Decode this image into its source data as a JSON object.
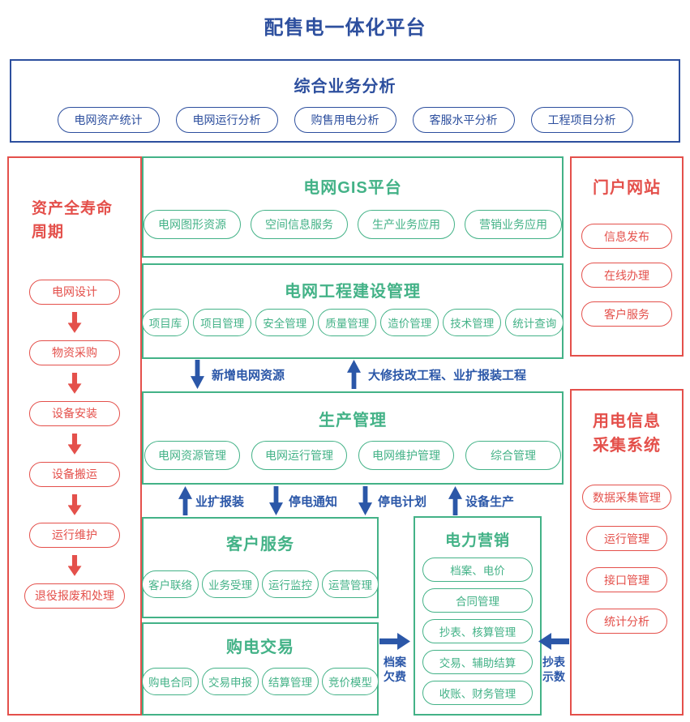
{
  "colors": {
    "blue": "#2d4f9e",
    "arrow_blue": "#2b57a8",
    "green": "#43b287",
    "red": "#e4504b"
  },
  "title": "配售电一体化平台",
  "analysis": {
    "title": "综合业务分析",
    "items": [
      "电网资产统计",
      "电网运行分析",
      "购售用电分析",
      "客服水平分析",
      "工程项目分析"
    ]
  },
  "lifecycle": {
    "title": "资产全寿命周期",
    "items": [
      "电网设计",
      "物资采购",
      "设备安装",
      "设备搬运",
      "运行维护",
      "退役报废和处理"
    ]
  },
  "gis": {
    "title": "电网GIS平台",
    "items": [
      "电网图形资源",
      "空间信息服务",
      "生产业务应用",
      "营销业务应用"
    ]
  },
  "construction": {
    "title": "电网工程建设管理",
    "items": [
      "项目库",
      "项目管理",
      "安全管理",
      "质量管理",
      "造价管理",
      "技术管理",
      "统计查询"
    ]
  },
  "production": {
    "title": "生产管理",
    "items": [
      "电网资源管理",
      "电网运行管理",
      "电网维护管理",
      "综合管理"
    ]
  },
  "customer_service": {
    "title": "客户服务",
    "items": [
      "客户联络",
      "业务受理",
      "运行监控",
      "运营管理"
    ]
  },
  "purchase": {
    "title": "购电交易",
    "items": [
      "购电合同",
      "交易申报",
      "结算管理",
      "竞价模型"
    ]
  },
  "marketing": {
    "title": "电力营销",
    "items": [
      "档案、电价",
      "合同管理",
      "抄表、核算管理",
      "交易、辅助结算",
      "收账、财务管理"
    ]
  },
  "portal": {
    "title": "门户网站",
    "items": [
      "信息发布",
      "在线办理",
      "客户服务"
    ]
  },
  "metering": {
    "title": "用电信息采集系统",
    "items": [
      "数据采集管理",
      "运行管理",
      "接口管理",
      "统计分析"
    ]
  },
  "flows": {
    "new_resource": "新增电网资源",
    "overhaul": "大修技改工程、业扩报装工程",
    "expansion": "业扩报装",
    "outage_notice": "停电通知",
    "outage_plan": "停电计划",
    "equipment": "设备生产",
    "archive_arrears": "档案欠费",
    "meter_reading": "抄表示数"
  }
}
